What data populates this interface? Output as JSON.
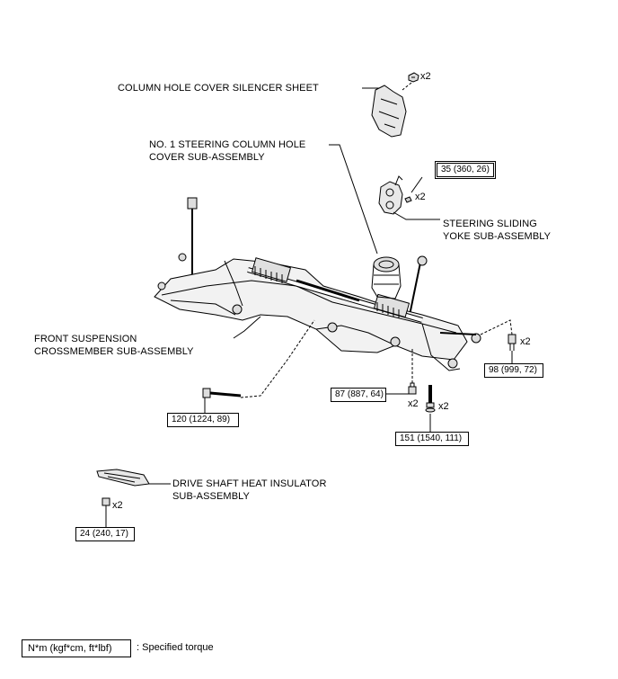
{
  "labels": {
    "silencer_sheet": "COLUMN HOLE COVER SILENCER SHEET",
    "column_hole_cover_1": "NO. 1 STEERING COLUMN HOLE",
    "column_hole_cover_2": "COVER SUB-ASSEMBLY",
    "sliding_yoke_1": "STEERING SLIDING",
    "sliding_yoke_2": "YOKE SUB-ASSEMBLY",
    "crossmember_1": "FRONT SUSPENSION",
    "crossmember_2": "CROSSMEMBER SUB-ASSEMBLY",
    "heat_insulator_1": "DRIVE SHAFT HEAT INSULATOR",
    "heat_insulator_2": "SUB-ASSEMBLY"
  },
  "torques": {
    "yoke": "35 (360, 26)",
    "arm_bolt_right": "98 (999, 72)",
    "arm_nut": "87 (887, 64)",
    "crossmember_bolt": "120 (1224, 89)",
    "rear_bolt": "151 (1540, 111)",
    "insulator_bolt": "24 (240, 17)"
  },
  "quantities": {
    "silencer_clip": "x2",
    "yoke_bolt": "x2",
    "arm_bolt_right": "x2",
    "arm_nut": "x2",
    "rear_bolt": "x2",
    "insulator_bolt": "x2"
  },
  "legend": {
    "unit": "N*m (kgf*cm, ft*lbf)",
    "description": ": Specified torque"
  }
}
